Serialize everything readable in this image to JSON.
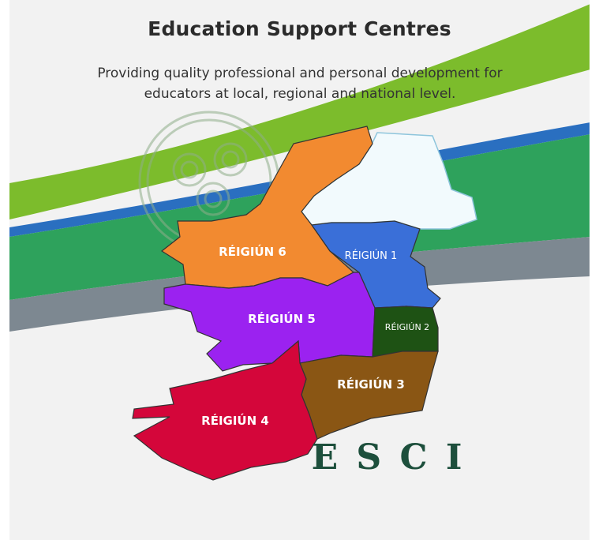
{
  "header": {
    "title": "Education Support Centres",
    "subtitle": "Providing quality professional and personal development for educators at local, regional and national level."
  },
  "regions": [
    {
      "id": "6",
      "label": "RÉIGIÚN 6",
      "color": "#f28a30"
    },
    {
      "id": "1",
      "label": "RÉIGIÚN 1",
      "color": "#3a6fd8"
    },
    {
      "id": "5",
      "label": "RÉIGIÚN 5",
      "color": "#9b22f0"
    },
    {
      "id": "2",
      "label": "RÉIGIÚN 2",
      "color": "#1e5214"
    },
    {
      "id": "3",
      "label": "RÉIGIÚN 3",
      "color": "#8a5614"
    },
    {
      "id": "4",
      "label": "RÉIGIÚN 4",
      "color": "#d4063a"
    }
  ],
  "northern_area": {
    "color": "#f2fafd"
  },
  "brand": {
    "text": "E S C I",
    "color": "#1d4f3c"
  },
  "background_colors": {
    "green": "#7cbc2c",
    "blue": "#2a6fc0",
    "teal": "#2ea25c",
    "gray": "#7d8891"
  }
}
